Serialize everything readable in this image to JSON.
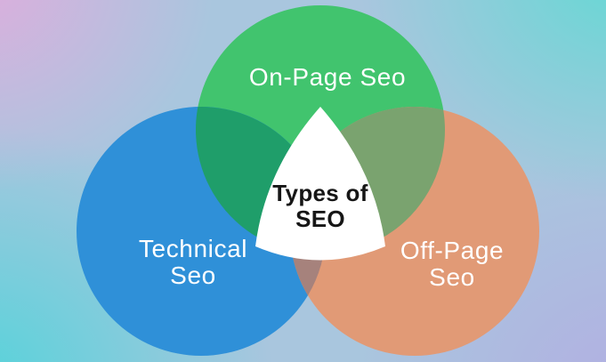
{
  "background": {
    "base": "#a9c6de",
    "top_left_glow": "#ddaedd",
    "top_right_glow": "#65d8d4",
    "bottom_left_glow": "#55d3da",
    "bottom_right_glow": "#b2afe2"
  },
  "diagram": {
    "label_color": "#ffffff",
    "circles": [
      {
        "name": "on-page-seo",
        "label_lines": [
          "On-Page Seo"
        ],
        "fill": "#41c46e"
      },
      {
        "name": "technical-seo",
        "label_lines": [
          "Technical",
          "Seo"
        ],
        "fill": "#2f90d8"
      },
      {
        "name": "off-page-seo",
        "label_lines": [
          "Off-Page",
          "Seo"
        ],
        "fill": "#e19a76"
      }
    ],
    "overlaps": {
      "green_blue": "#1f9e6a",
      "green_orange": "#7aa36f",
      "blue_orange": "#a6827c"
    },
    "center": {
      "lines": [
        "Types of",
        "SEO"
      ],
      "fill": "#ffffff",
      "text_color": "#161616"
    }
  }
}
